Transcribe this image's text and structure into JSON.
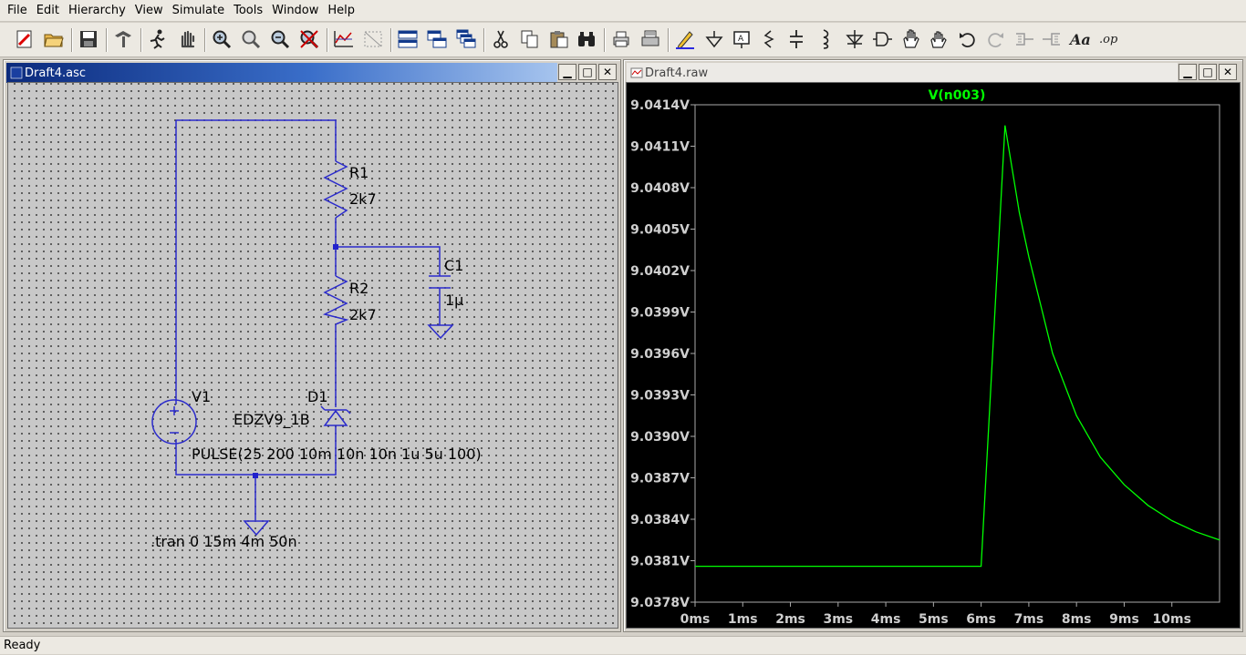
{
  "menu": [
    "File",
    "Edit",
    "Hierarchy",
    "View",
    "Simulate",
    "Tools",
    "Window",
    "Help"
  ],
  "toolbar_icons": [
    "new-schematic-icon",
    "open-icon",
    "save-icon",
    "control-panel-icon",
    "run-icon",
    "halt-icon",
    "zoom-in-icon",
    "zoom-full-icon",
    "zoom-out-icon",
    "zoom-cancel-icon",
    "autoscale-icon",
    "tile-icon",
    "tile-horizontal-icon",
    "cascade-icon",
    "close-window-icon",
    "cut-icon",
    "copy-icon",
    "paste-icon",
    "find-icon",
    "print-preview-icon",
    "print-icon",
    "draw-wire-icon",
    "ground-icon",
    "label-net-icon",
    "resistor-icon",
    "capacitor-icon",
    "inductor-icon",
    "diode-icon",
    "component-icon",
    "move-icon",
    "drag-icon",
    "undo-icon",
    "redo-icon",
    "rotate-icon",
    "mirror-icon",
    "text-icon",
    "spice-directive-icon"
  ],
  "schematic_window": {
    "title": "Draft4.asc",
    "components": {
      "r1_name": "R1",
      "r1_value": "2k7",
      "r2_name": "R2",
      "r2_value": "2k7",
      "c1_name": "C1",
      "c1_value": "1µ",
      "v1_name": "V1",
      "d1_name": "D1",
      "d1_value": "EDZV9_1B",
      "v1_source": "PULSE(25 200 10m 10n 10n 1u 5u 100)",
      "directive": ".tran 0 15m 4m 50n"
    }
  },
  "plot_window": {
    "title": "Draft4.raw",
    "trace_label": "V(n003)",
    "trace_color": "#00ff00"
  },
  "chart_data": {
    "type": "line",
    "title": "V(n003)",
    "xlabel": "",
    "ylabel": "",
    "x_unit": "ms",
    "y_unit": "V",
    "xlim": [
      0,
      11.0
    ],
    "ylim": [
      9.0378,
      9.0414
    ],
    "x_ticks": [
      "0ms",
      "1ms",
      "2ms",
      "3ms",
      "4ms",
      "5ms",
      "6ms",
      "7ms",
      "8ms",
      "9ms",
      "10ms"
    ],
    "y_ticks": [
      "9.0414V",
      "9.0411V",
      "9.0408V",
      "9.0405V",
      "9.0402V",
      "9.0399V",
      "9.0396V",
      "9.0393V",
      "9.0390V",
      "9.0387V",
      "9.0384V",
      "9.0381V",
      "9.0378V"
    ],
    "grid": false,
    "series": [
      {
        "name": "V(n003)",
        "color": "#00ff00",
        "x": [
          0,
          6.0,
          6.5,
          6.8,
          7.0,
          7.5,
          8.0,
          8.5,
          9.0,
          9.5,
          10.0,
          10.5,
          11.0
        ],
        "y": [
          9.03806,
          9.03806,
          9.04125,
          9.04062,
          9.0403,
          9.0396,
          9.03915,
          9.03885,
          9.03865,
          9.0385,
          9.03839,
          9.03831,
          9.03825
        ]
      }
    ]
  },
  "status": "Ready"
}
